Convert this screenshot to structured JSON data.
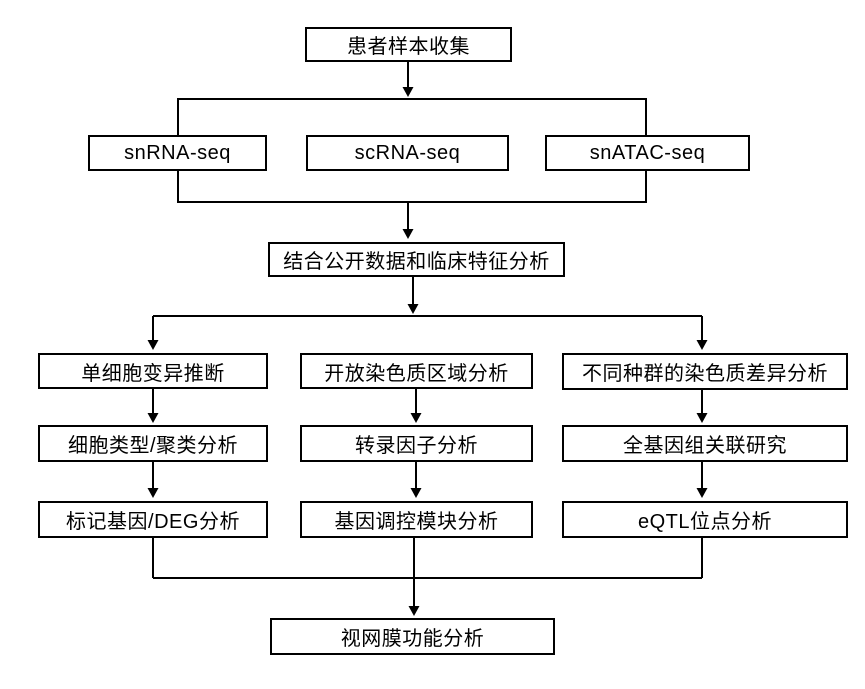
{
  "diagram": {
    "type": "flowchart",
    "colors": {
      "stroke": "#000000",
      "box_fill": "#ffffff",
      "text": "#000000",
      "background": "#ffffff"
    },
    "nodes": {
      "patient_sample": {
        "label": "患者样本收集"
      },
      "snrna_seq": {
        "label": "snRNA-seq"
      },
      "scrna_seq": {
        "label": "scRNA-seq"
      },
      "snatac_seq": {
        "label": "snATAC-seq"
      },
      "combined_analysis": {
        "label": "结合公开数据和临床特征分析"
      },
      "single_cell_variant": {
        "label": "单细胞变异推断"
      },
      "cell_type_clustering": {
        "label": "细胞类型/聚类分析"
      },
      "marker_gene_deg": {
        "label": "标记基因/DEG分析"
      },
      "open_chromatin": {
        "label": "开放染色质区域分析"
      },
      "transcription_factor": {
        "label": "转录因子分析"
      },
      "gene_regulatory_module": {
        "label": "基因调控模块分析"
      },
      "chromatin_difference": {
        "label": "不同种群的染色质差异分析"
      },
      "gwas": {
        "label": "全基因组关联研究"
      },
      "eqtl": {
        "label": "eQTL位点分析"
      },
      "retina_function": {
        "label": "视网膜功能分析"
      }
    },
    "edges": [
      {
        "from": "patient_sample",
        "to": "sequencing_group"
      },
      {
        "from": "sequencing_group",
        "to": "combined_analysis"
      },
      {
        "from": "combined_analysis",
        "to": "single_cell_variant"
      },
      {
        "from": "combined_analysis",
        "to": "open_chromatin"
      },
      {
        "from": "combined_analysis",
        "to": "chromatin_difference"
      },
      {
        "from": "single_cell_variant",
        "to": "cell_type_clustering"
      },
      {
        "from": "cell_type_clustering",
        "to": "marker_gene_deg"
      },
      {
        "from": "open_chromatin",
        "to": "transcription_factor"
      },
      {
        "from": "transcription_factor",
        "to": "gene_regulatory_module"
      },
      {
        "from": "chromatin_difference",
        "to": "gwas"
      },
      {
        "from": "gwas",
        "to": "eqtl"
      },
      {
        "from": "marker_gene_deg",
        "to": "retina_function"
      },
      {
        "from": "gene_regulatory_module",
        "to": "retina_function"
      },
      {
        "from": "eqtl",
        "to": "retina_function"
      }
    ]
  }
}
